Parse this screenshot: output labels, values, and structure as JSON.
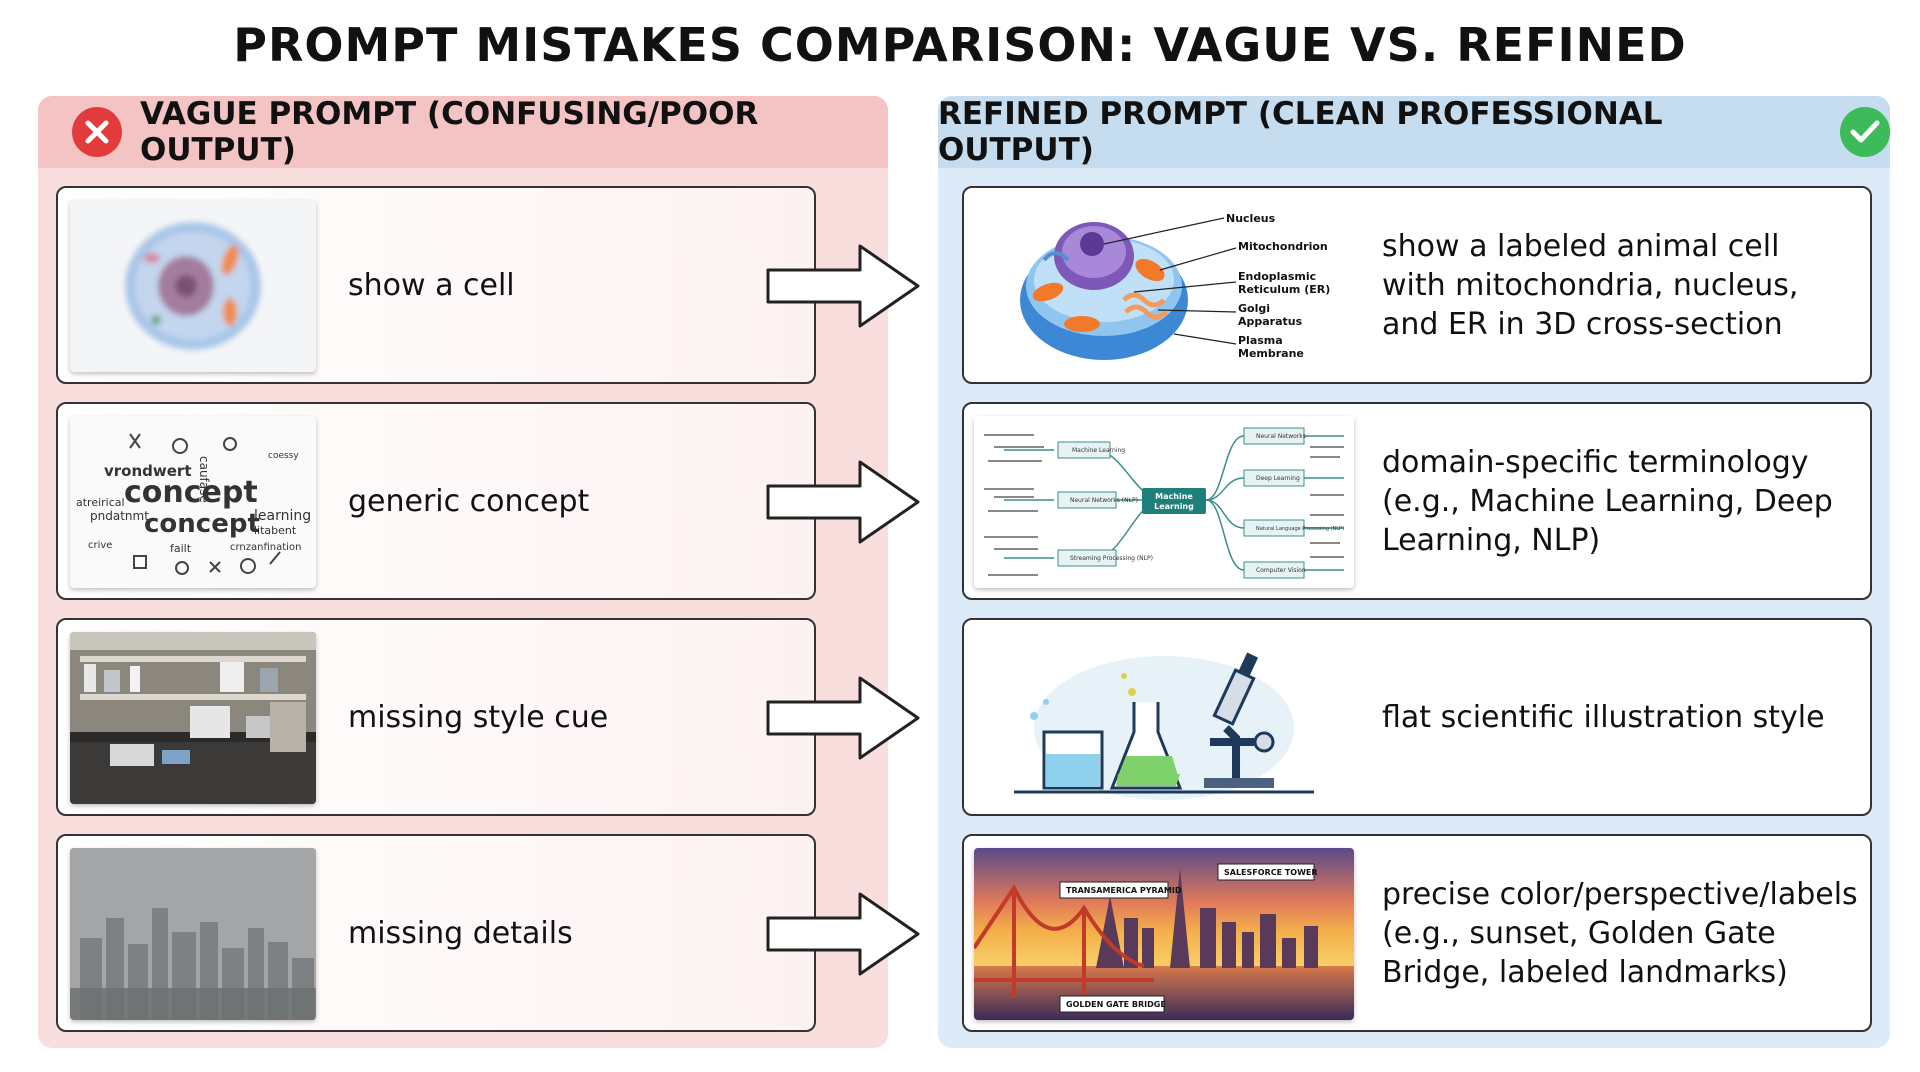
{
  "title": "PROMPT MISTAKES COMPARISON: VAGUE VS. REFINED",
  "left_panel": {
    "header": "VAGUE PROMPT (CONFUSING/POOR OUTPUT)",
    "icon": "x-circle-icon",
    "color": "#e23b3b",
    "rows": [
      {
        "label": "show a cell",
        "thumb": "blurry-cell-image"
      },
      {
        "label": "generic concept",
        "thumb": "word-cloud-image",
        "wordcloud": [
          "vrondwert",
          "concept",
          "concept",
          "learning",
          "pndatnmt",
          "atreirical",
          "litabent",
          "failt",
          "crnzanfination",
          "caufase",
          "coessy",
          "crive"
        ]
      },
      {
        "label": "missing style cue",
        "thumb": "laboratory-photo"
      },
      {
        "label": "missing details",
        "thumb": "foggy-city-photo"
      }
    ]
  },
  "right_panel": {
    "header": "REFINED PROMPT (CLEAN PROFESSIONAL OUTPUT)",
    "icon": "check-circle-icon",
    "color": "#3dbb5a",
    "rows": [
      {
        "label": "show a labeled animal cell\nwith mitochondria, nucleus,\nand ER in 3D cross-section",
        "thumb": "animal-cell-diagram",
        "cell_labels": [
          "Nucleus",
          "Mitochondrion",
          "Endoplasmic",
          "Reticulum (ER)",
          "Golgi",
          "Apparatus",
          "Plasma",
          "Membrane"
        ]
      },
      {
        "label": "domain-specific terminology\n(e.g., Machine Learning, Deep\nLearning, NLP)",
        "thumb": "mind-map-diagram",
        "mindmap_center": "Machine Learning",
        "mindmap_nodes": [
          "Machine Learning",
          "Neural Networks (NLP)",
          "Streaming Processing (NLP)",
          "Neural Networks",
          "Deep Learning",
          "Natural Language Processing (NLP)",
          "Computer Vision"
        ]
      },
      {
        "label": "flat scientific illustration style",
        "thumb": "lab-equipment-illustration"
      },
      {
        "label": "precise color/perspective/labels\n(e.g., sunset, Golden Gate\nBridge, labeled landmarks)",
        "thumb": "san-francisco-sunset",
        "landmarks": [
          "TRANSAMERICA PYRAMID",
          "SALESFORCE TOWER",
          "GOLDEN GATE BRIDGE"
        ]
      }
    ]
  }
}
